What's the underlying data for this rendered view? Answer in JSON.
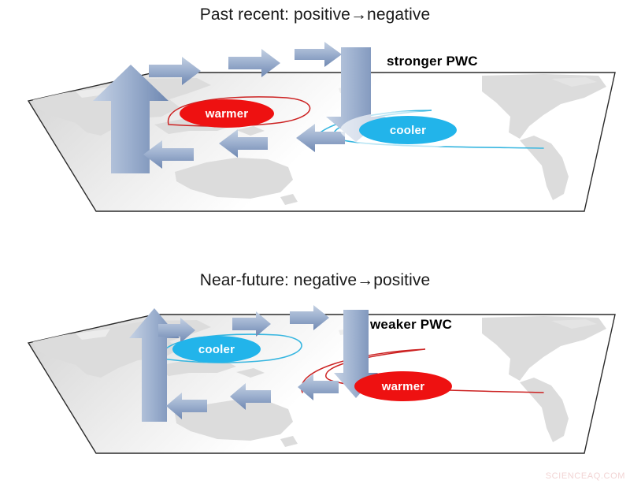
{
  "figure": {
    "watermark": "SCIENCEAQ.COM"
  },
  "panels": [
    {
      "id": "past-recent",
      "title": "Past recent: positive→negative",
      "circulation_label": "stronger PWC",
      "west_blob": {
        "label": "warmer",
        "kind": "warm",
        "color": "#ee1111"
      },
      "east_blob": {
        "label": "cooler",
        "kind": "cool",
        "color": "#22b4ea"
      }
    },
    {
      "id": "near-future",
      "title": "Near-future: negative→positive",
      "circulation_label": "weaker PWC",
      "west_blob": {
        "label": "cooler",
        "kind": "cool",
        "color": "#22b4ea"
      },
      "east_blob": {
        "label": "warmer",
        "kind": "warm",
        "color": "#ee1111"
      }
    }
  ],
  "colors": {
    "arrow_light": "#aebed8",
    "arrow_dark": "#6a84ad",
    "warm": "#ee1111",
    "warm_outline": "#cc2222",
    "cool": "#22b4ea",
    "cool_outline": "#37b6e0",
    "plane_gray": "#d9d9d9",
    "plane_edge": "#2b2b2b",
    "land": "#dcdcdc",
    "title_text": "#1a1a1a"
  }
}
